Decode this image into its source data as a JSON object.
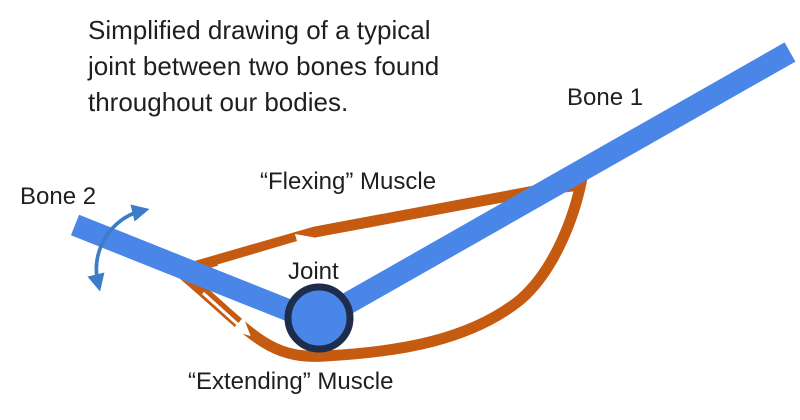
{
  "caption": {
    "lines": [
      "Simplified drawing of a typical",
      "joint between two bones found",
      "throughout our bodies."
    ]
  },
  "labels": {
    "bone1": "Bone 1",
    "bone2": "Bone 2",
    "flexing_muscle": "“Flexing” Muscle",
    "extending_muscle": "“Extending” Muscle",
    "joint": "Joint"
  },
  "colors": {
    "bone": "#4a86e8",
    "muscle": "#c55a11",
    "joint_fill": "#4a86e8",
    "joint_outline": "#1f2d4d",
    "rotation_arrow": "#3d7cc9",
    "contraction_arrow": "#ffffff",
    "text": "#1f1f1f"
  },
  "icons": {
    "rotation": "curved-double-arrow-icon",
    "contraction": "arrow-icon"
  }
}
